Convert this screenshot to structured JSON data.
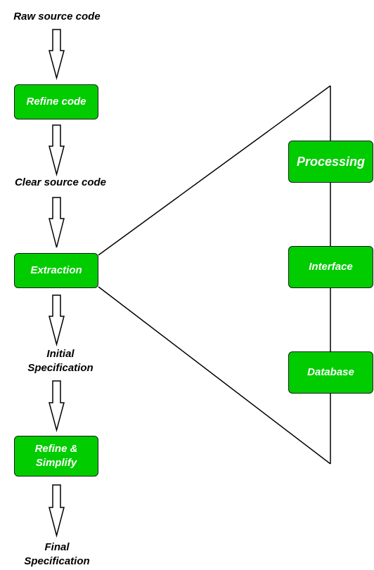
{
  "colors": {
    "box_fill": "#00cc00",
    "box_border": "#1a1a1a",
    "box_text": "#ffffff",
    "line": "#000000"
  },
  "steps": {
    "raw_source": "Raw source code",
    "refine_code": "Refine code",
    "clear_source": "Clear source code",
    "extraction": "Extraction",
    "initial_spec_line1": "Initial",
    "initial_spec_line2": "Specification",
    "refine_simplify_line1": "Refine &",
    "refine_simplify_line2": "Simplify",
    "final_spec_line1": "Final",
    "final_spec_line2": "Specification"
  },
  "components": {
    "processing": "Processing",
    "interface": "Interface",
    "database": "Database"
  }
}
